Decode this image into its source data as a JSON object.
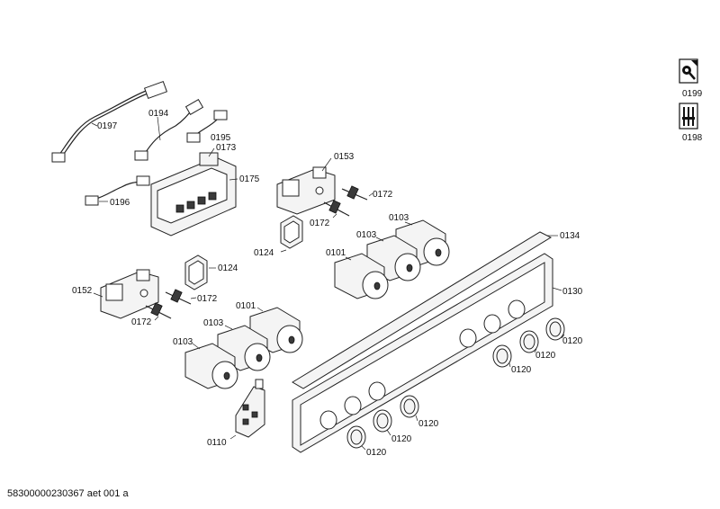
{
  "labels": {
    "l0197": "0197",
    "l0194": "0194",
    "l0195": "0195",
    "l0173": "0173",
    "l0175": "0175",
    "l0196": "0196",
    "l0153": "0153",
    "l0172a": "0172",
    "l0172b": "0172",
    "l0124a": "0124",
    "l0103a": "0103",
    "l0103b": "0103",
    "l0101a": "0101",
    "l0134": "0134",
    "l0124b": "0124",
    "l0152": "0152",
    "l0172c": "0172",
    "l0172d": "0172",
    "l0130": "0130",
    "l0101b": "0101",
    "l0103c": "0103",
    "l0103d": "0103",
    "l0120a": "0120",
    "l0120b": "0120",
    "l0120c": "0120",
    "l0120d": "0120",
    "l0120e": "0120",
    "l0120f": "0120",
    "l0110": "0110",
    "l0199": "0199",
    "l0198": "0198"
  },
  "footer": "58300000230367 aet 001 a",
  "icons": {
    "tools_top": "wrench-in-box-icon",
    "tools_bottom": "screwdriver-set-icon"
  }
}
